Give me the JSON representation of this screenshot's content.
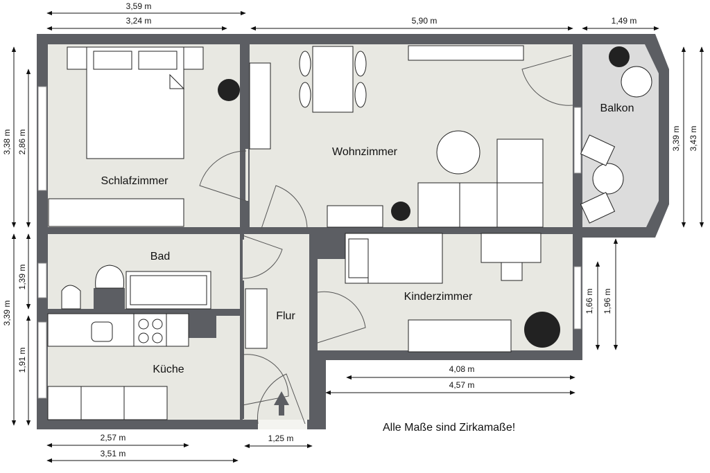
{
  "plan": {
    "colors": {
      "wall": "#5c5e63",
      "floor": "#e8e8e2",
      "balcony": "#dcdcdc",
      "furniture": "#ffffff",
      "line": "#222222"
    },
    "rooms": {
      "schlafzimmer": "Schlafzimmer",
      "wohnzimmer": "Wohnzimmer",
      "balkon": "Balkon",
      "bad": "Bad",
      "flur": "Flur",
      "kueche": "Küche",
      "kinderzimmer": "Kinderzimmer"
    },
    "dimensions": {
      "top_outer_left": "3,59 m",
      "top_inner_left": "3,24 m",
      "top_wohnzimmer": "5,90 m",
      "top_balkon": "1,49 m",
      "left_outer_upper": "3,38 m",
      "left_inner_upper": "2,86 m",
      "left_outer_lower": "3,39 m",
      "left_inner_bad": "1,39 m",
      "left_inner_kueche": "1,91 m",
      "right_inner_balkon": "3,39 m",
      "right_outer_balkon": "3,43 m",
      "right_inner_kinder": "1,66 m",
      "right_outer_kinder": "1,96 m",
      "bottom_inner_kinder": "4,08 m",
      "bottom_outer_kinder": "4,57 m",
      "bottom_inner_kueche": "2,57 m",
      "bottom_outer_kueche": "3,51 m",
      "bottom_entrance": "1,25 m"
    },
    "note": "Alle Maße sind Zirkamaße!",
    "entrance_icon": "entrance-arrow-icon"
  }
}
